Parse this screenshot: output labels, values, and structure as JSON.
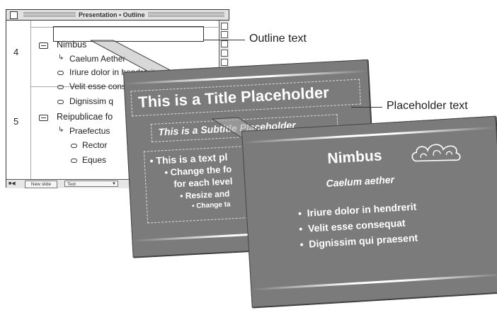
{
  "outline_window": {
    "title": "Presentation • Outline",
    "slides": [
      {
        "number": "4",
        "title": "Nimbus",
        "items": [
          "Caelum Aether",
          "Iriure dolor in hendrerit",
          "Velit esse consequat",
          "Dignissim q"
        ]
      },
      {
        "number": "5",
        "title": "Reipublicae fo",
        "items": [
          "Praefectus",
          "Rector",
          "Eques"
        ]
      }
    ],
    "status_bar": {
      "new_slide_label": "New slide",
      "text_style_value": "Text"
    }
  },
  "master_slide": {
    "title_placeholder": "This is a Title Placeholder",
    "subtitle_placeholder": "This is a Subtitle Placeholder",
    "text_lines": [
      "This is a text pl",
      "Change the fo",
      "for each level",
      "Resize and",
      "Change ta"
    ]
  },
  "content_slide": {
    "title": "Nimbus",
    "subtitle": "Caelum aether",
    "bullets": [
      "Iriure dolor in hendrerit",
      "Velit esse consequat",
      "Dignissim qui praesent"
    ]
  },
  "callouts": {
    "outline_text": "Outline text",
    "placeholder_text": "Placeholder text"
  },
  "colors": {
    "slide_background": "#7b7b7b",
    "slide_text": "#ffffff"
  }
}
